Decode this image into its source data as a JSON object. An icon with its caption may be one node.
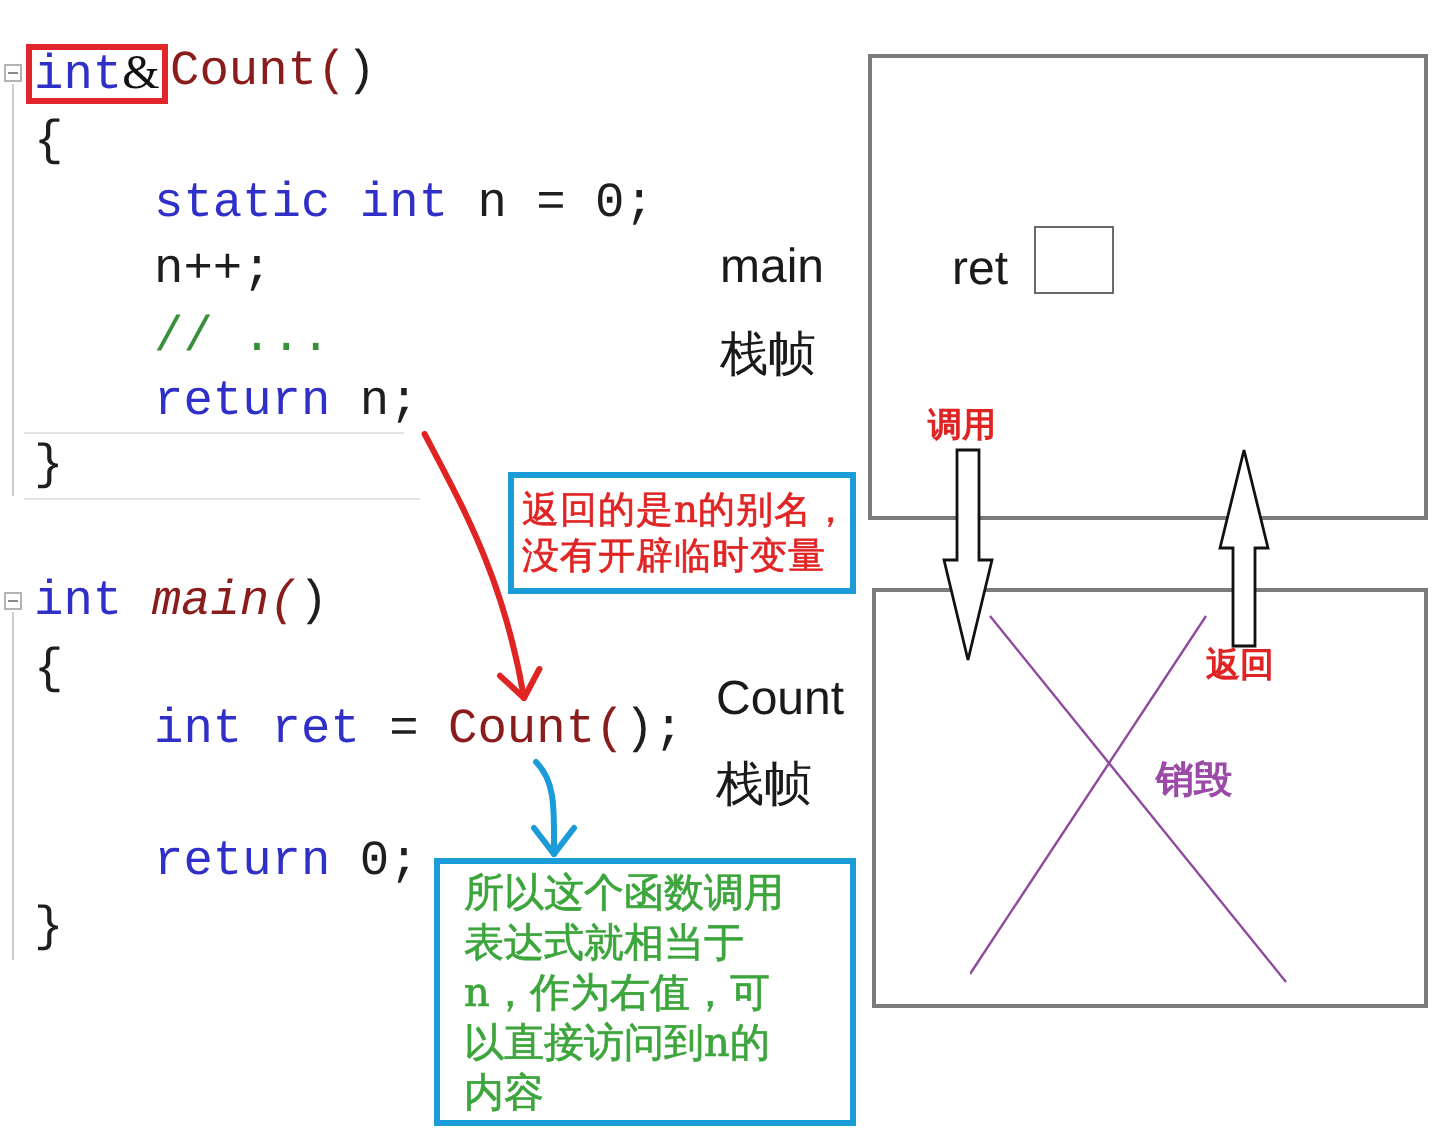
{
  "diagram": {
    "nodes": [
      {
        "text": [
          "int&"
        ]
      },
      {
        "text": [
          "return n;"
        ]
      },
      {
        "text": [
          "返回的是n的别名，没有开辟临时变量"
        ]
      },
      {
        "text": [
          "int ret = Count();"
        ]
      },
      {
        "text": [
          "所以这个函数调用表达式就相当于n，作为右值，可以直接访问到n的内容"
        ]
      },
      {
        "text": [
          "main",
          "栈帧"
        ]
      },
      {
        "text": [
          "ret"
        ],
        "in": 5
      },
      {
        "text": [
          "Count",
          "栈帧"
        ]
      }
    ],
    "edges": [
      {
        "from": 1,
        "to": 3,
        "arrow": "to",
        "color": "#e02424"
      },
      {
        "from": 3,
        "to": 4,
        "arrow": "to",
        "color": "#1b9bd7"
      },
      {
        "from": 5,
        "to": 7,
        "arrow": "to",
        "label": "调用"
      },
      {
        "from": 7,
        "to": 5,
        "arrow": "to",
        "label": "返回"
      }
    ],
    "labels": [
      "Count()",
      "{",
      "static int n = 0;",
      "n++;",
      "// ...",
      "}",
      "int main()",
      "{",
      "return 0;",
      "}",
      "销毁"
    ]
  }
}
